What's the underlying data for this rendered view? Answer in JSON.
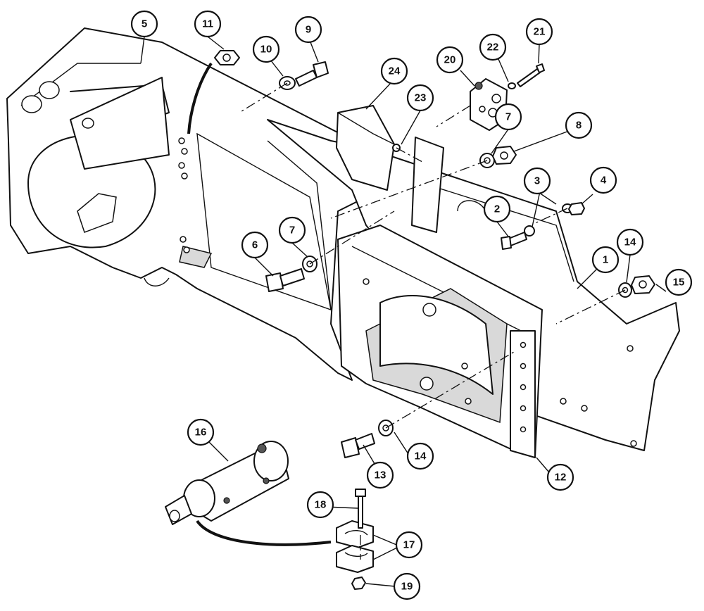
{
  "callouts": [
    {
      "id": "c1",
      "label": "1"
    },
    {
      "id": "c2",
      "label": "2"
    },
    {
      "id": "c3",
      "label": "3"
    },
    {
      "id": "c4",
      "label": "4"
    },
    {
      "id": "c5",
      "label": "5"
    },
    {
      "id": "c6",
      "label": "6"
    },
    {
      "id": "c7a",
      "label": "7"
    },
    {
      "id": "c7b",
      "label": "7"
    },
    {
      "id": "c8",
      "label": "8"
    },
    {
      "id": "c9",
      "label": "9"
    },
    {
      "id": "c10",
      "label": "10"
    },
    {
      "id": "c11",
      "label": "11"
    },
    {
      "id": "c12",
      "label": "12"
    },
    {
      "id": "c13",
      "label": "13"
    },
    {
      "id": "c14a",
      "label": "14"
    },
    {
      "id": "c14b",
      "label": "14"
    },
    {
      "id": "c15",
      "label": "15"
    },
    {
      "id": "c16",
      "label": "16"
    },
    {
      "id": "c17",
      "label": "17"
    },
    {
      "id": "c18",
      "label": "18"
    },
    {
      "id": "c19",
      "label": "19"
    },
    {
      "id": "c20",
      "label": "20"
    },
    {
      "id": "c21",
      "label": "21"
    },
    {
      "id": "c22",
      "label": "22"
    },
    {
      "id": "c23",
      "label": "23"
    },
    {
      "id": "c24",
      "label": "24"
    }
  ]
}
